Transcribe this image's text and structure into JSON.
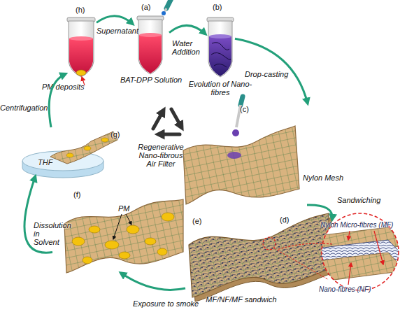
{
  "diagram": {
    "nodes": [
      {
        "text": [
          "(a)",
          "BAT-DPP Solution"
        ]
      },
      {
        "text": [
          "(b)",
          "Evolution of Nano-fibres"
        ]
      },
      {
        "text": [
          "(c)",
          "Nylon Mesh"
        ]
      },
      {
        "text": [
          "(d)",
          "Nylon Micro-fibres (MF)",
          "Nano-fibres (NF)"
        ]
      },
      {
        "text": [
          "(e)",
          "MF/NF/MF sandwich"
        ]
      },
      {
        "text": [
          "(f)",
          "PM"
        ]
      },
      {
        "text": [
          "(g)",
          "THF"
        ]
      },
      {
        "text": [
          "(h)",
          "PM deposits"
        ]
      }
    ],
    "edges": [
      {
        "from": 0,
        "to": 1,
        "arrow": "to",
        "label": "Water Addition"
      },
      {
        "from": 1,
        "to": 2,
        "arrow": "to",
        "label": "Drop-casting"
      },
      {
        "from": 2,
        "to": 4,
        "arrow": "to",
        "label": "Sandwiching"
      },
      {
        "from": 4,
        "to": 3,
        "arrow": "none"
      },
      {
        "from": 4,
        "to": 5,
        "arrow": "to",
        "label": "Exposure to smoke"
      },
      {
        "from": 5,
        "to": 6,
        "arrow": "to",
        "label": "Dissolution in Solvent"
      },
      {
        "from": 6,
        "to": 7,
        "arrow": "to",
        "label": "Centrifugation"
      },
      {
        "from": 7,
        "to": 0,
        "arrow": "to",
        "label": "Supernatant"
      }
    ],
    "labels": [
      "Regenerative Nano-fibrous Air Filter"
    ]
  }
}
